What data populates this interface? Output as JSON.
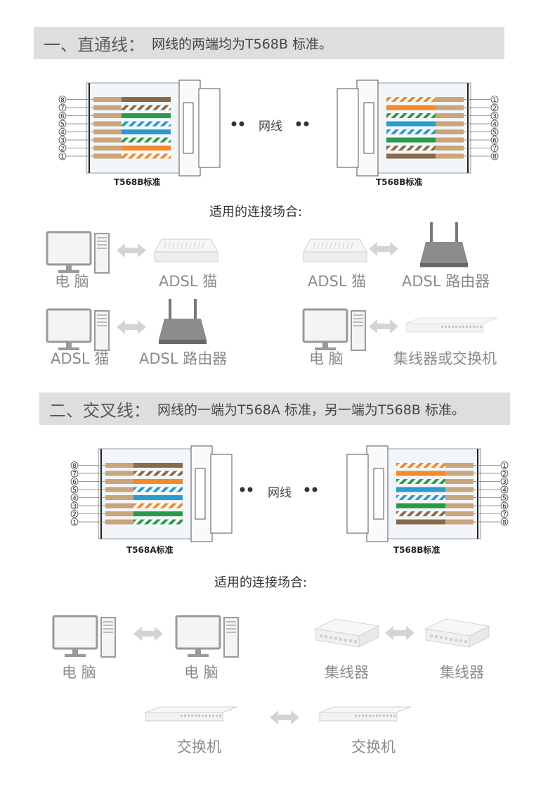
{
  "section1": {
    "number": "一、直通线：",
    "description": "网线的两端均为T568B 标准。",
    "left_standard": "T568B标准",
    "right_standard": "T568B标准",
    "cable_label": "网线",
    "usage_title": "适用的连接场合:",
    "left_pins": [
      "8",
      "7",
      "6",
      "5",
      "4",
      "3",
      "2",
      "1"
    ],
    "right_pins": [
      "1",
      "2",
      "3",
      "4",
      "5",
      "6",
      "7",
      "8"
    ],
    "pairs": [
      {
        "left": "电 脑",
        "right": "ADSL 猫"
      },
      {
        "left": "ADSL 猫",
        "right": "ADSL 路由器"
      },
      {
        "left": "ADSL 猫",
        "right": "ADSL 路由器"
      },
      {
        "left": "电 脑",
        "right": "集线器或交换机"
      }
    ]
  },
  "section2": {
    "number": "二、交叉线：",
    "description": "网线的一端为T568A 标准，另一端为T568B 标准。",
    "left_standard": "T568A标准",
    "right_standard": "T568B标准",
    "cable_label": "网线",
    "usage_title": "适用的连接场合:",
    "left_pins": [
      "8",
      "7",
      "6",
      "5",
      "4",
      "3",
      "2",
      "1"
    ],
    "right_pins": [
      "1",
      "2",
      "3",
      "4",
      "5",
      "6",
      "7",
      "8"
    ],
    "pairs": [
      {
        "left": "电 脑",
        "right": "电 脑"
      },
      {
        "left": "集线器",
        "right": "集线器"
      },
      {
        "left": "交换机",
        "right": "交换机"
      }
    ]
  },
  "colors": {
    "orange": "#f08a2a",
    "green": "#2a9a4a",
    "blue": "#2a9ad0",
    "brown": "#8a6a4a",
    "header_bg": "#dedede",
    "label_gray": "#8a8a8a"
  },
  "icons": [
    "computer-icon",
    "adsl-modem-icon",
    "router-icon",
    "switch-icon",
    "hub-icon",
    "double-arrow-icon"
  ]
}
